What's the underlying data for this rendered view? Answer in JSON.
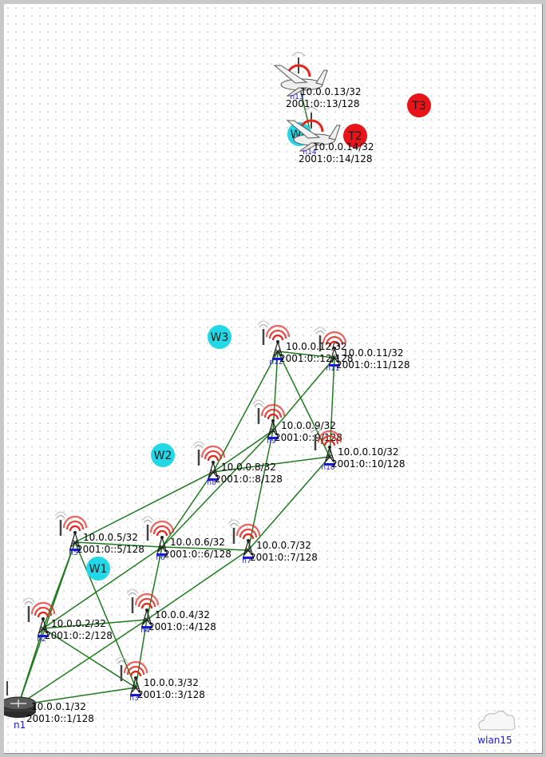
{
  "colors": {
    "link": "#1e7a1e",
    "marker_cyan": "#22d8e6",
    "marker_red": "#e8141a",
    "signal_red": "#e3231c",
    "node_label_blue": "#1b1bd6"
  },
  "nodes": [
    {
      "id": "n1",
      "kind": "router",
      "icon": "router-icon",
      "ipv4": "10.0.0.1/32",
      "ipv6": "2001:0::1/128",
      "name": "n1"
    },
    {
      "id": "n2",
      "kind": "mdr",
      "icon": "wireless-tower-icon",
      "ipv4": "10.0.0.2/32",
      "ipv6": "2001:0::2/128",
      "name": "n2"
    },
    {
      "id": "n3",
      "kind": "mdr",
      "icon": "wireless-tower-icon",
      "ipv4": "10.0.0.3/32",
      "ipv6": "2001:0::3/128",
      "name": "n3"
    },
    {
      "id": "n4",
      "kind": "mdr",
      "icon": "wireless-tower-icon",
      "ipv4": "10.0.0.4/32",
      "ipv6": "2001:0::4/128",
      "name": "n4"
    },
    {
      "id": "n5",
      "kind": "mdr",
      "icon": "wireless-tower-icon",
      "ipv4": "10.0.0.5/32",
      "ipv6": "2001:0::5/128",
      "name": "n5"
    },
    {
      "id": "n6",
      "kind": "mdr",
      "icon": "wireless-tower-icon",
      "ipv4": "10.0.0.6/32",
      "ipv6": "2001:0::6/128",
      "name": "n6"
    },
    {
      "id": "n7",
      "kind": "mdr",
      "icon": "wireless-tower-icon",
      "ipv4": "10.0.0.7/32",
      "ipv6": "2001:0::7/128",
      "name": "n7"
    },
    {
      "id": "n8",
      "kind": "mdr",
      "icon": "wireless-tower-icon",
      "ipv4": "10.0.0.8/32",
      "ipv6": "2001:0::8/128",
      "name": "n8"
    },
    {
      "id": "n9",
      "kind": "mdr",
      "icon": "wireless-tower-icon",
      "ipv4": "10.0.0.9/32",
      "ipv6": "2001:0::9/128",
      "name": "n9"
    },
    {
      "id": "n10",
      "kind": "mdr",
      "icon": "wireless-tower-icon",
      "ipv4": "10.0.0.10/32",
      "ipv6": "2001:0::10/128",
      "name": "n10"
    },
    {
      "id": "n11",
      "kind": "mdr",
      "icon": "wireless-tower-icon",
      "ipv4": "10.0.0.11/32",
      "ipv6": "2001:0::11/128",
      "name": "n11"
    },
    {
      "id": "n12",
      "kind": "mdr",
      "icon": "wireless-tower-icon",
      "ipv4": "10.0.0.12/32",
      "ipv6": "2001:0::12/128",
      "name": "n12"
    },
    {
      "id": "n13",
      "kind": "aircraft",
      "icon": "airplane-icon",
      "ipv4": "10.0.0.13/32",
      "ipv6": "2001:0::13/128",
      "name": "n13"
    },
    {
      "id": "n14",
      "kind": "aircraft",
      "icon": "airplane-icon",
      "ipv4": "10.0.0.14/32",
      "ipv6": "2001:0::14/128",
      "name": "n14"
    }
  ],
  "links": [
    [
      "n1",
      "n2"
    ],
    [
      "n1",
      "n3"
    ],
    [
      "n1",
      "n4"
    ],
    [
      "n1",
      "n5"
    ],
    [
      "n2",
      "n3"
    ],
    [
      "n2",
      "n4"
    ],
    [
      "n2",
      "n5"
    ],
    [
      "n2",
      "n6"
    ],
    [
      "n3",
      "n4"
    ],
    [
      "n3",
      "n5"
    ],
    [
      "n4",
      "n6"
    ],
    [
      "n4",
      "n7"
    ],
    [
      "n5",
      "n6"
    ],
    [
      "n5",
      "n8"
    ],
    [
      "n6",
      "n7"
    ],
    [
      "n6",
      "n8"
    ],
    [
      "n6",
      "n9"
    ],
    [
      "n7",
      "n9"
    ],
    [
      "n7",
      "n10"
    ],
    [
      "n8",
      "n9"
    ],
    [
      "n8",
      "n10"
    ],
    [
      "n8",
      "n12"
    ],
    [
      "n9",
      "n11"
    ],
    [
      "n9",
      "n12"
    ],
    [
      "n10",
      "n11"
    ],
    [
      "n10",
      "n12"
    ],
    [
      "n11",
      "n12"
    ],
    [
      "n13",
      "n14"
    ]
  ],
  "markers": [
    {
      "label": "W1",
      "color": "cyan"
    },
    {
      "label": "W2",
      "color": "cyan"
    },
    {
      "label": "W3",
      "color": "cyan"
    },
    {
      "label": "W4",
      "color": "cyan"
    },
    {
      "label": "T2",
      "color": "red"
    },
    {
      "label": "T3",
      "color": "red"
    }
  ],
  "wlan": {
    "label": "wlan15",
    "icon": "cloud-icon"
  }
}
